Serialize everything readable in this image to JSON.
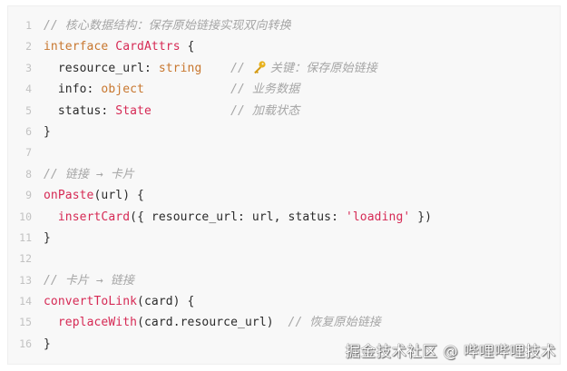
{
  "code": {
    "lines": [
      {
        "n": "1",
        "tokens": [
          {
            "k": "cm",
            "t": "// 核心数据结构：保存原始链接实现双向转换"
          }
        ]
      },
      {
        "n": "2",
        "tokens": [
          {
            "k": "kw",
            "t": "interface"
          },
          {
            "k": "pl",
            "t": " "
          },
          {
            "k": "type",
            "t": "CardAttrs"
          },
          {
            "k": "pl",
            "t": " {"
          }
        ]
      },
      {
        "n": "3",
        "tokens": [
          {
            "k": "pl",
            "t": "  resource_url: "
          },
          {
            "k": "kw",
            "t": "string"
          },
          {
            "k": "pl",
            "t": "    "
          },
          {
            "k": "cm",
            "t": "// "
          },
          {
            "k": "icon",
            "t": "",
            "icon": "key"
          },
          {
            "k": "cm",
            "t": "关键：保存原始链接"
          }
        ]
      },
      {
        "n": "4",
        "tokens": [
          {
            "k": "pl",
            "t": "  info: "
          },
          {
            "k": "kw",
            "t": "object"
          },
          {
            "k": "pl",
            "t": "            "
          },
          {
            "k": "cm",
            "t": "// 业务数据"
          }
        ]
      },
      {
        "n": "5",
        "tokens": [
          {
            "k": "pl",
            "t": "  status: "
          },
          {
            "k": "type",
            "t": "State"
          },
          {
            "k": "pl",
            "t": "           "
          },
          {
            "k": "cm",
            "t": "// 加载状态"
          }
        ]
      },
      {
        "n": "6",
        "tokens": [
          {
            "k": "pl",
            "t": "}"
          }
        ]
      },
      {
        "n": "7",
        "tokens": []
      },
      {
        "n": "8",
        "tokens": [
          {
            "k": "cm",
            "t": "// 链接 → 卡片"
          }
        ]
      },
      {
        "n": "9",
        "tokens": [
          {
            "k": "fn",
            "t": "onPaste"
          },
          {
            "k": "pl",
            "t": "(url) {"
          }
        ]
      },
      {
        "n": "10",
        "tokens": [
          {
            "k": "pl",
            "t": "  "
          },
          {
            "k": "fn",
            "t": "insertCard"
          },
          {
            "k": "pl",
            "t": "({ resource_url: url, status: "
          },
          {
            "k": "str",
            "t": "'loading'"
          },
          {
            "k": "pl",
            "t": " })"
          }
        ]
      },
      {
        "n": "11",
        "tokens": [
          {
            "k": "pl",
            "t": "}"
          }
        ]
      },
      {
        "n": "12",
        "tokens": []
      },
      {
        "n": "13",
        "tokens": [
          {
            "k": "cm",
            "t": "// 卡片 → 链接"
          }
        ]
      },
      {
        "n": "14",
        "tokens": [
          {
            "k": "fn",
            "t": "convertToLink"
          },
          {
            "k": "pl",
            "t": "(card) {"
          }
        ]
      },
      {
        "n": "15",
        "tokens": [
          {
            "k": "pl",
            "t": "  "
          },
          {
            "k": "fn",
            "t": "replaceWith"
          },
          {
            "k": "pl",
            "t": "(card.resource_url)  "
          },
          {
            "k": "cm",
            "t": "// 恢复原始链接"
          }
        ]
      },
      {
        "n": "16",
        "tokens": [
          {
            "k": "pl",
            "t": "}"
          }
        ]
      }
    ],
    "colors": {
      "keyword": "#c8772f",
      "type": "#d62a55",
      "function": "#d62a55",
      "string": "#d62a55",
      "comment": "#a5a5a5",
      "background": "#f8f8f8"
    }
  },
  "watermark": "掘金技术社区 @ 哔哩哔哩技术"
}
